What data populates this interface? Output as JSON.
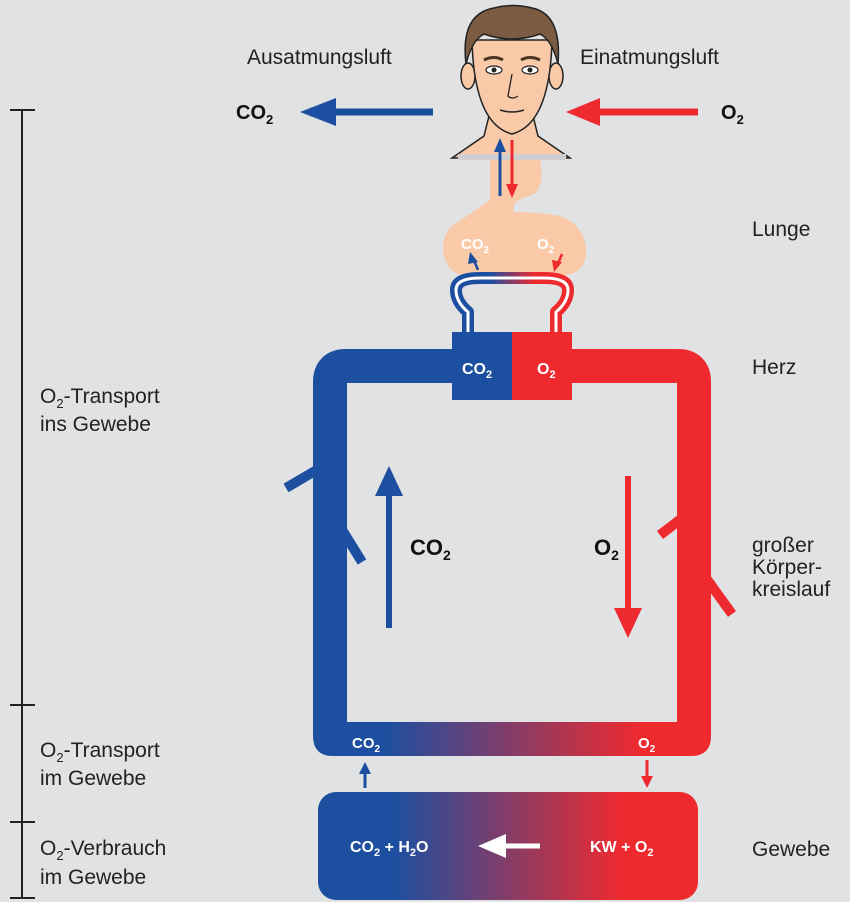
{
  "labels": {
    "exhale": "Ausatmungsluft",
    "inhale": "Einatmungsluft",
    "lunge": "Lunge",
    "herz": "Herz",
    "kreislauf_1": "großer",
    "kreislauf_2": "Körper-",
    "kreislauf_3": "kreislauf",
    "gewebe": "Gewebe"
  },
  "phases": [
    {
      "prefix": "O",
      "sub": "2",
      "line1_rest": "-Transport",
      "line2": "ins Gewebe"
    },
    {
      "prefix": "O",
      "sub": "2",
      "line1_rest": "-Transport",
      "line2": "im Gewebe"
    },
    {
      "prefix": "O",
      "sub": "2",
      "line1_rest": "-Verbrauch",
      "line2": "im Gewebe"
    }
  ],
  "gases": {
    "co2_base": "CO",
    "o2_base": "O",
    "h2o_base": "H",
    "h2o_end": "O",
    "sub2": "2",
    "plus": " + ",
    "kw": "KW"
  },
  "colors": {
    "co2_blue": "#1c4fa0",
    "o2_red": "#ee2a2f",
    "lung_skin": "#f9c9a8",
    "background": "#e1e2e3"
  }
}
